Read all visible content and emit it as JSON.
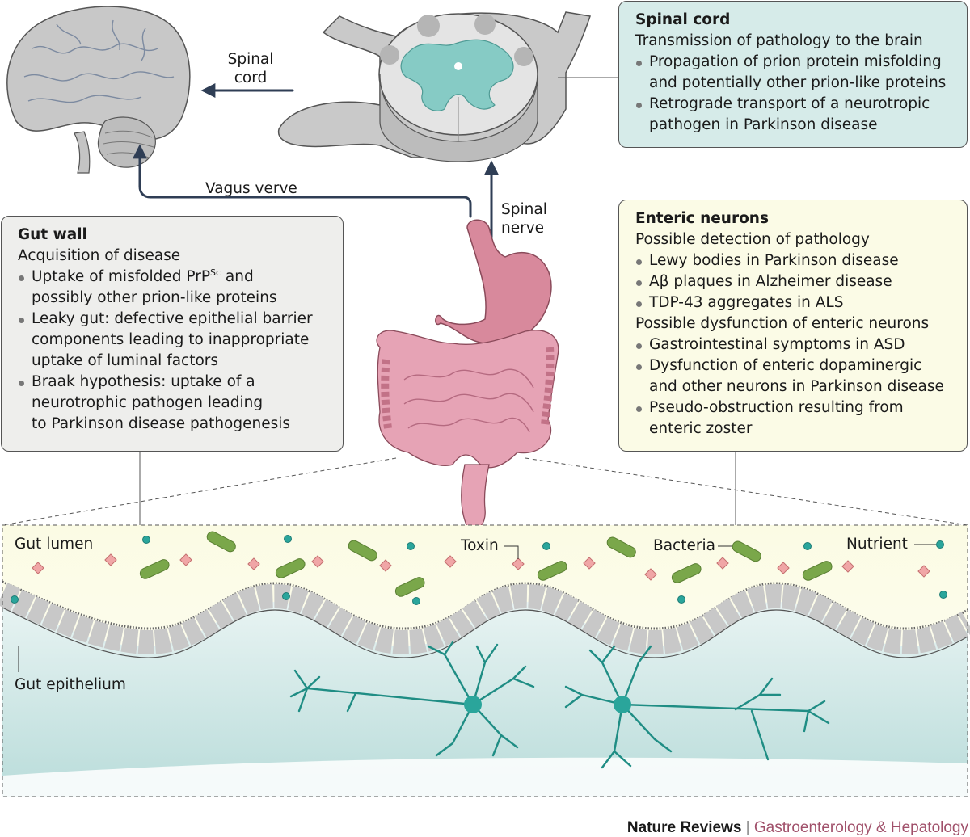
{
  "arrows": {
    "spinal_cord_line1": "Spinal",
    "spinal_cord_line2": "cord",
    "vagus": "Vagus verve",
    "spinal_nerve_line1": "Spinal",
    "spinal_nerve_line2": "nerve"
  },
  "spinal_box": {
    "title": "Spinal cord",
    "subtitle": "Transmission of pathology to the brain",
    "items": [
      [
        "Propagation of prion protein misfolding",
        "and potentially other prion-like proteins"
      ],
      [
        "Retrograde transport of a neurotropic",
        "pathogen in Parkinson disease"
      ]
    ]
  },
  "gut_box": {
    "title": "Gut wall",
    "subtitle": "Acquisition of disease",
    "item1_pre": "Uptake of misfolded PrP",
    "item1_sup": "Sc",
    "item1_post": " and",
    "item1_line2": "possibly other prion-like proteins",
    "item2": [
      "Leaky gut: defective epithelial barrier",
      "components leading to inappropriate",
      "uptake of luminal factors"
    ],
    "item3": [
      "Braak hypothesis: uptake of a",
      "neurotrophic pathogen leading",
      "to Parkinson disease pathogenesis"
    ]
  },
  "enteric_box": {
    "title": "Enteric neurons",
    "subtitle1": "Possible detection of pathology",
    "items1": [
      "Lewy bodies in Parkinson disease",
      "Aβ plaques in Alzheimer disease",
      "TDP-43 aggregates in ALS"
    ],
    "subtitle2": "Possible dysfunction of enteric neurons",
    "items2": [
      [
        "Gastrointestinal symptoms in ASD"
      ],
      [
        "Dysfunction of enteric dopaminergic",
        "and other neurons in Parkinson disease"
      ],
      [
        "Pseudo-obstruction resulting from",
        "enteric zoster"
      ]
    ]
  },
  "inset": {
    "gut_lumen": "Gut lumen",
    "toxin": "Toxin",
    "bacteria": "Bacteria",
    "nutrient": "Nutrient",
    "gut_epithelium": "Gut epithelium"
  },
  "footer": {
    "journal": "Nature Reviews",
    "separator": "|",
    "section": "Gastroenterology & Hepatology"
  },
  "colors": {
    "teal": "#2aa59b",
    "bacteria_green": "#7aa74a",
    "toxin_pink": "#f0a6a6",
    "gut_pink": "#d98ea0",
    "arrow_navy": "#2f3e55"
  }
}
